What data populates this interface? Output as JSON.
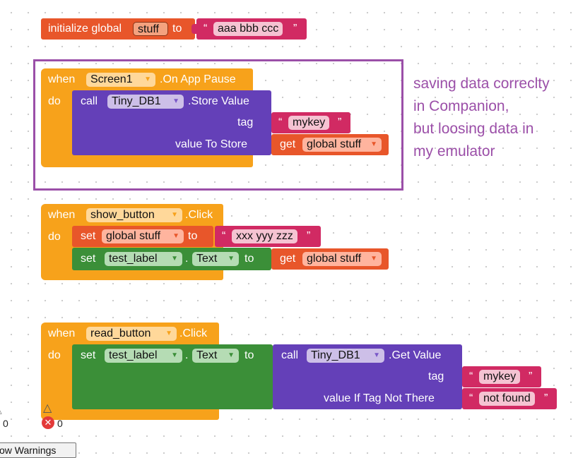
{
  "init_block": {
    "prefix": "initialize global",
    "var": "stuff",
    "to": "to",
    "open_quote": "“",
    "close_quote": "”",
    "value": "aaa bbb ccc"
  },
  "pause_block": {
    "when": "when",
    "component": "Screen1",
    "event": ".On App Pause",
    "do": "do",
    "call": "call",
    "db": "Tiny_DB1",
    "method": ".Store Value",
    "tag_label": "tag",
    "tag_value": "mykey",
    "value_label": "value To Store",
    "get": "get",
    "get_var": "global stuff"
  },
  "show_block": {
    "when": "when",
    "component": "show_button",
    "event": ".Click",
    "do": "do",
    "set": "set",
    "set_var": "global stuff",
    "to": "to",
    "string": "xxx yyy zzz",
    "set2": "set",
    "label": "test_label",
    "dot": ".",
    "prop": "Text",
    "to2": "to",
    "get": "get",
    "get_var": "global stuff"
  },
  "read_block": {
    "when": "when",
    "component": "read_button",
    "event": ".Click",
    "do": "do",
    "set": "set",
    "label": "test_label",
    "dot": ".",
    "prop": "Text",
    "to": "to",
    "call": "call",
    "db": "Tiny_DB1",
    "method": ".Get Value",
    "tag_label": "tag",
    "tag_value": "mykey",
    "default_label": "value If Tag Not There",
    "default_value": "not found"
  },
  "annotation": {
    "lines": [
      "saving data correclty",
      "in Companion,",
      "but loosing data in",
      "my emulator"
    ]
  },
  "status": {
    "warnings_count": "0",
    "errors_count": "0",
    "show_warnings": "ow Warnings"
  },
  "colors": {
    "orange": "#f7a21b",
    "red_orange": "#e8562a",
    "purple": "#6440b8",
    "magenta": "#d12a63",
    "green": "#3b8f38",
    "highlight": "#9b4fa8"
  }
}
